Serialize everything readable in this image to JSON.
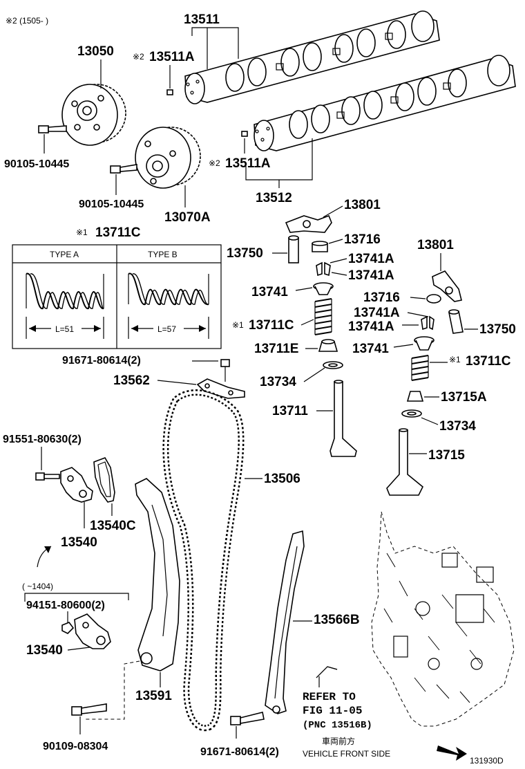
{
  "header_note": "※2 (1505-    )",
  "footer_code": "131930D",
  "parts": {
    "p13511": "13511",
    "p13050": "13050",
    "p13511A_top_mark": "※2",
    "p13511A_top": "13511A",
    "p90105_top": "90105-10445",
    "p13511A_bot_mark": "※2",
    "p13511A_bot": "13511A",
    "p90105_mid": "90105-10445",
    "p13070A": "13070A",
    "p13512": "13512",
    "p13711C_box_mark": "※1",
    "p13711C_box": "13711C",
    "p13801_a": "13801",
    "p13750_a": "13750",
    "p13716_a": "13716",
    "p13741A_a1": "13741A",
    "p13741A_a2": "13741A",
    "p13741_a": "13741",
    "p13711C_a_mark": "※1",
    "p13711C_a": "13711C",
    "p13711E": "13711E",
    "p91671_top": "91671-80614(2)",
    "p13734_a": "13734",
    "p13562": "13562",
    "p13711": "13711",
    "p13801_b": "13801",
    "p13716_b": "13716",
    "p13741A_b1": "13741A",
    "p13741A_b2": "13741A",
    "p13750_b": "13750",
    "p13741_b": "13741",
    "p13711C_b_mark": "※1",
    "p13711C_b": "13711C",
    "p13715A": "13715A",
    "p13734_b": "13734",
    "p13715": "13715",
    "p91551": "91551-80630(2)",
    "p13506": "13506",
    "p13540C": "13540C",
    "p13540_a": "13540",
    "p94151_range": "(     ~1404)",
    "p94151": "94151-80600(2)",
    "p13540_b": "13540",
    "p13566B": "13566B",
    "p13591": "13591",
    "p90109": "90109-08304",
    "p91671_bot": "91671-80614(2)"
  },
  "spring_box": {
    "type_a": "TYPE A",
    "type_b": "TYPE B",
    "length_a": "L=51",
    "length_b": "L=57"
  },
  "refer": {
    "line1": "REFER TO",
    "line2": "FIG 11-05",
    "line3": "(PNC 13516B)"
  },
  "direction": {
    "japanese": "車両前方",
    "english": "VEHICLE FRONT SIDE"
  }
}
